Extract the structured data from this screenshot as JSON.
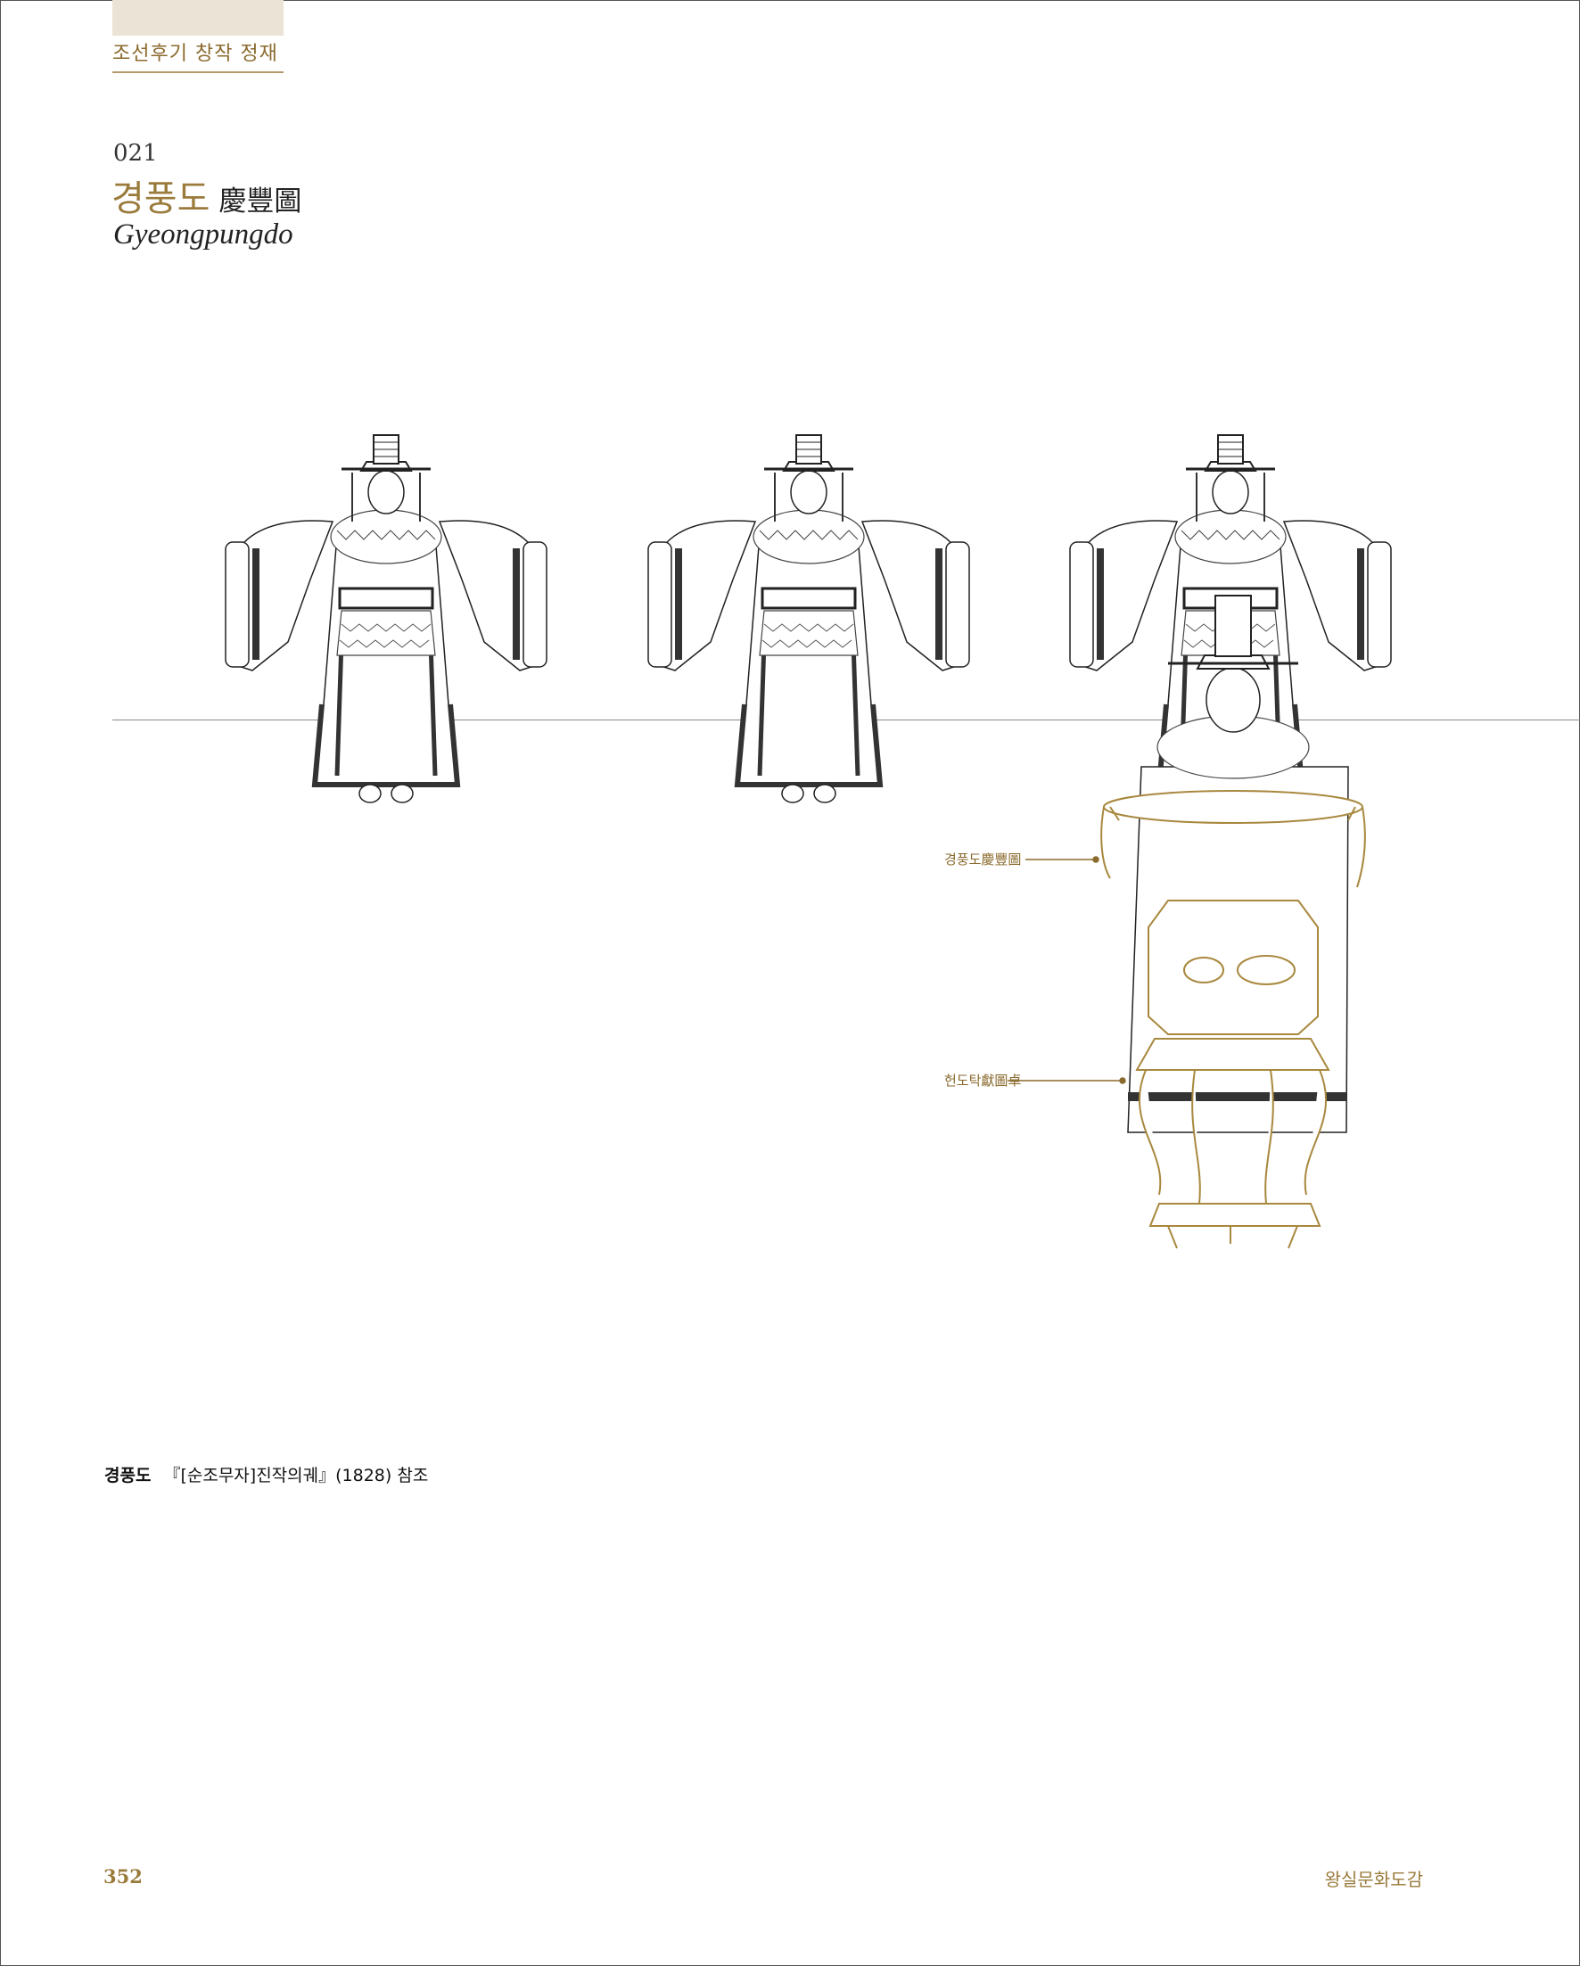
{
  "section": {
    "label": "조선후기 창작 정재"
  },
  "entry": {
    "number": "021",
    "title_korean": "경풍도",
    "title_hanja": "慶豐圖",
    "title_roman": "Gyeongpungdo"
  },
  "callouts": [
    {
      "label": "경풍도慶豐圖"
    },
    {
      "label": "헌도탁獻圖卓"
    }
  ],
  "caption": {
    "bold": "경풍도",
    "text": "『[순조무자]진작의궤』(1828) 참조"
  },
  "footer": {
    "page_number": "352",
    "book_title": "왕실문화도감"
  },
  "colors": {
    "accent": "#9a7b3c",
    "tab_fill": "#ebe3d5",
    "line": "#8a8a8a"
  }
}
